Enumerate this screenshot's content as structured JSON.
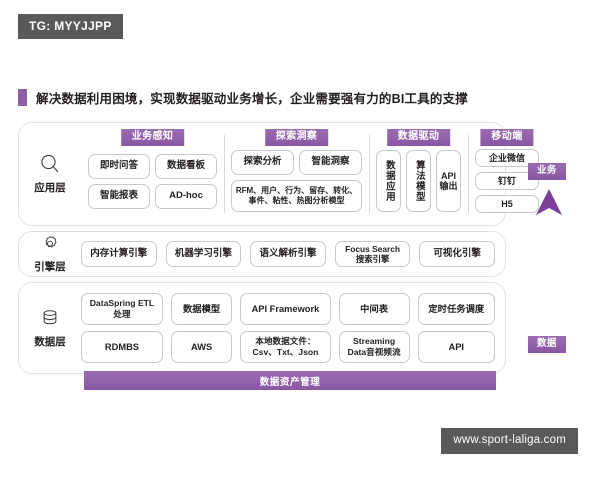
{
  "watermark": {
    "tag": "TG: MYYJJPP",
    "footer_url": "www.sport-laliga.com",
    "badge_color": "#595959"
  },
  "headline": {
    "text": "解决数据利用困境，实现数据驱动业务增长，企业需要强有力的BI工具的支撑",
    "bullet_color": "#8C5FA6"
  },
  "theme": {
    "accent": "#8A57A3",
    "accent_light": "#9A6CB2",
    "card_border": "#C9C9CD",
    "panel_border": "#E2E2E4"
  },
  "layers": {
    "application": {
      "label": "应用层",
      "icon": "magnifier-icon",
      "groups": [
        {
          "title": "业务感知",
          "cards": [
            "即时问答",
            "数据看板",
            "智能报表",
            "AD-hoc"
          ]
        },
        {
          "title": "探索洞察",
          "cards": [
            "探索分析",
            "智能洞察"
          ],
          "wide_card": "RFM、用户、行为、留存、转化、事件、粘性、热图分析模型"
        },
        {
          "title": "数据驱动",
          "cards": [
            "数据应用",
            "算法模型",
            "API输出"
          ]
        },
        {
          "title": "移动端",
          "cards": [
            "企业微信",
            "钉钉",
            "H5"
          ]
        }
      ]
    },
    "engine": {
      "label": "引擎层",
      "icon": "gear-icon",
      "cards": [
        "内存计算引擎",
        "机器学习引擎",
        "语义解析引擎",
        "Focus Search 搜索引擎",
        "可视化引擎"
      ]
    },
    "data": {
      "label": "数据层",
      "icon": "database-icon",
      "row1": [
        "DataSpring ETL处理",
        "数据模型",
        "API Framework",
        "中间表",
        "定时任务调度"
      ],
      "row2": [
        "RDMBS",
        "AWS",
        "本地数据文件：Csv、Txt、Json",
        "Streaming Data音视频流",
        "API"
      ]
    }
  },
  "governance": {
    "label": "数据资产管理"
  },
  "axis": {
    "top_label": "业务",
    "bottom_label": "数据",
    "direction": "up"
  }
}
